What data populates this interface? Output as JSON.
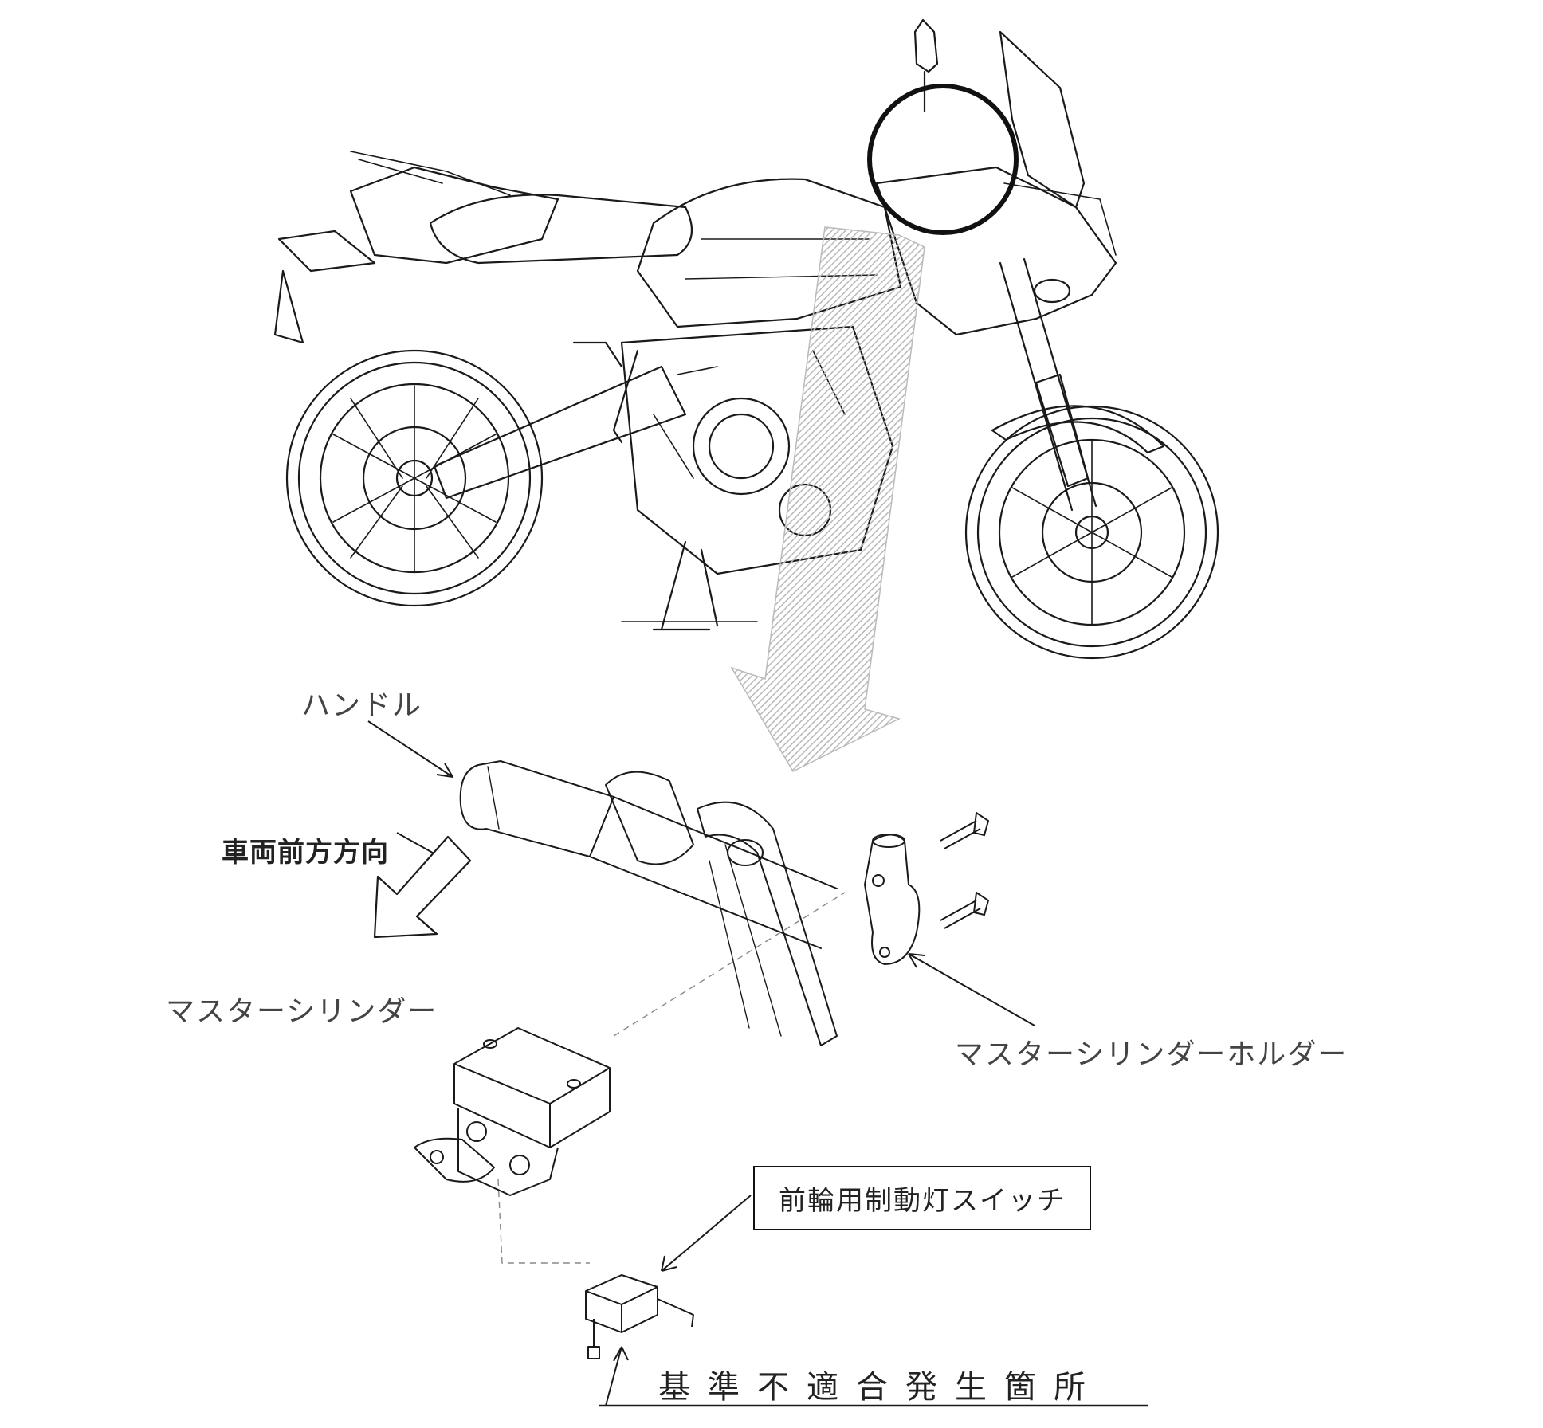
{
  "labels": {
    "handle": "ハンドル",
    "vehicle_front_direction": "車両前方方向",
    "master_cylinder": "マスターシリンダー",
    "master_cylinder_holder": "マスターシリンダーホルダー",
    "front_brake_light_switch": "前輪用制動灯スイッチ",
    "nonconformity_location": "基準不適合発生箇所"
  },
  "icons": [
    "motorcycle-illustration",
    "detail-highlight-circle",
    "zoom-arrow",
    "direction-arrow-icon",
    "handlebar-grip",
    "brake-lever",
    "mirror-holder-clamp",
    "bolt-icon",
    "master-cylinder-reservoir",
    "brake-light-switch"
  ],
  "colors": {
    "line": "#1a1a1a",
    "zoom_arrow": "#c9c9c9"
  }
}
